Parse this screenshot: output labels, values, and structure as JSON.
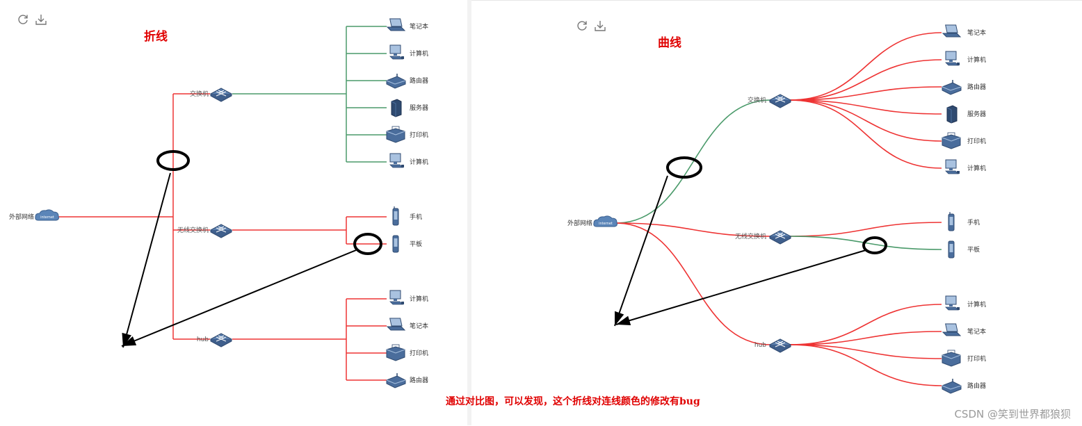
{
  "left": {
    "title": "折线",
    "root": "外部网络",
    "switch": "交换机",
    "wireless": "无线交换机",
    "hub": "hub",
    "switch_children": [
      "笔记本",
      "计算机",
      "路由器",
      "服务器",
      "打印机",
      "计算机"
    ],
    "wireless_children": [
      "手机",
      "平板"
    ],
    "hub_children": [
      "计算机",
      "笔记本",
      "打印机",
      "路由器"
    ]
  },
  "right": {
    "title": "曲线",
    "root": "外部网络",
    "switch": "交换机",
    "wireless": "无线交换机",
    "hub": "hub",
    "switch_children": [
      "笔记本",
      "计算机",
      "路由器",
      "服务器",
      "打印机",
      "计算机"
    ],
    "wireless_children": [
      "手机",
      "平板"
    ],
    "hub_children": [
      "计算机",
      "笔记本",
      "打印机",
      "路由器"
    ]
  },
  "root_badge": "internet",
  "caption": "通过对比图，可以发现，这个折线对连线颜色的修改有bug",
  "watermark": "CSDN @笑到世界都狼狈",
  "colors": {
    "red": "#ee3333",
    "green": "#4a9a6a",
    "accent": "#e00000"
  },
  "toolbar_icons": [
    "refresh-icon",
    "download-icon"
  ]
}
